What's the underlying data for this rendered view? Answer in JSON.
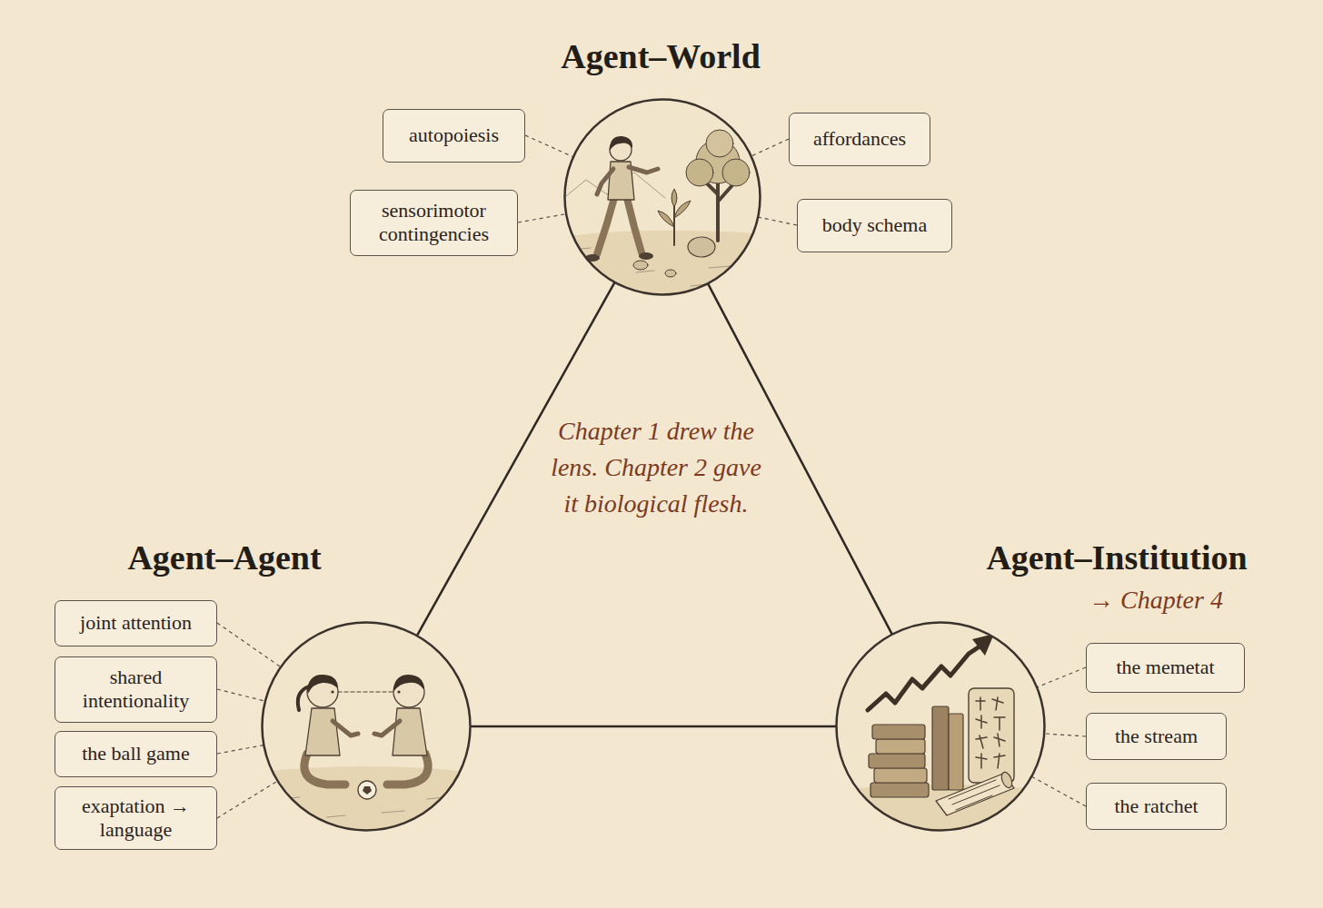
{
  "diagram": {
    "nodes": [
      {
        "text": [
          "Agent–World"
        ]
      },
      {
        "text": [
          "autopoiesis"
        ]
      },
      {
        "text": [
          "sensorimotor contingencies"
        ]
      },
      {
        "text": [
          "affordances"
        ]
      },
      {
        "text": [
          "body schema"
        ]
      },
      {
        "text": [
          "Agent–Agent"
        ]
      },
      {
        "text": [
          "joint attention"
        ]
      },
      {
        "text": [
          "shared intentionality"
        ]
      },
      {
        "text": [
          "the ball game"
        ]
      },
      {
        "text": [
          "exaptation → language"
        ]
      },
      {
        "text": [
          "Agent–Institution",
          "→ Chapter 4"
        ]
      },
      {
        "text": [
          "the memetat"
        ]
      },
      {
        "text": [
          "the stream"
        ]
      },
      {
        "text": [
          "the ratchet"
        ]
      }
    ],
    "edges": [
      {
        "from": 0,
        "to": 5,
        "arrow": "none"
      },
      {
        "from": 0,
        "to": 10,
        "arrow": "none"
      },
      {
        "from": 5,
        "to": 10,
        "arrow": "none"
      },
      {
        "from": 1,
        "to": 0,
        "arrow": "none"
      },
      {
        "from": 2,
        "to": 0,
        "arrow": "none"
      },
      {
        "from": 3,
        "to": 0,
        "arrow": "none"
      },
      {
        "from": 4,
        "to": 0,
        "arrow": "none"
      },
      {
        "from": 6,
        "to": 5,
        "arrow": "none"
      },
      {
        "from": 7,
        "to": 5,
        "arrow": "none"
      },
      {
        "from": 8,
        "to": 5,
        "arrow": "none"
      },
      {
        "from": 9,
        "to": 5,
        "arrow": "none"
      },
      {
        "from": 11,
        "to": 10,
        "arrow": "none"
      },
      {
        "from": 12,
        "to": 10,
        "arrow": "none"
      },
      {
        "from": 13,
        "to": 10,
        "arrow": "none"
      }
    ],
    "labels": [
      "Chapter 1 drew the lens. Chapter 2 gave it biological flesh."
    ]
  }
}
